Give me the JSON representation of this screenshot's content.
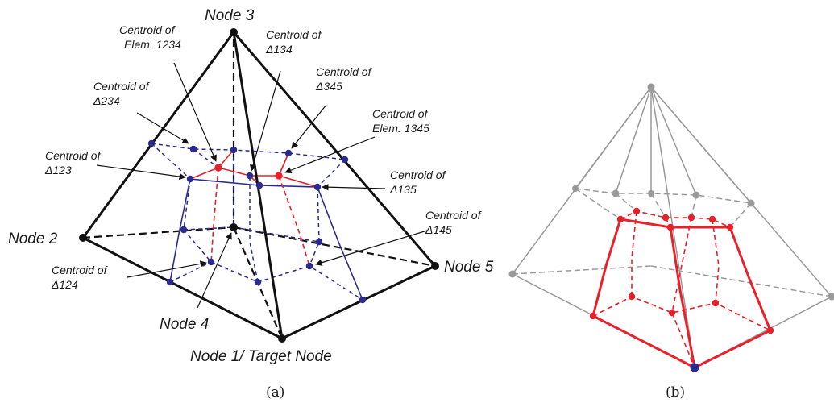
{
  "panel_a": {
    "nodes": {
      "node3": "Node 3",
      "node2": "Node 2",
      "node4": "Node 4",
      "node5": "Node 5",
      "node1": "Node 1/ Target Node"
    },
    "callouts": {
      "elem1234": [
        "Centroid of",
        "Elem. 1234"
      ],
      "d134": [
        "Centroid of",
        "Δ134"
      ],
      "d234": [
        "Centroid of",
        "Δ234"
      ],
      "d345": [
        "Centroid of",
        "Δ345"
      ],
      "elem1345": [
        "Centroid of",
        "Elem. 1345"
      ],
      "d123": [
        "Centroid of",
        "Δ123"
      ],
      "d135": [
        "Centroid of",
        "Δ135"
      ],
      "d145": [
        "Centroid of",
        "Δ145"
      ],
      "d124": [
        "Centroid of",
        "Δ124"
      ]
    },
    "caption": "(a)"
  },
  "panel_b": {
    "caption": "(b)"
  },
  "colors": {
    "edge": "#111111",
    "dual_blue": "#2b2b8f",
    "dual_red": "#e8202a",
    "gray": "#9a9a9a",
    "node_black": "#111111"
  }
}
